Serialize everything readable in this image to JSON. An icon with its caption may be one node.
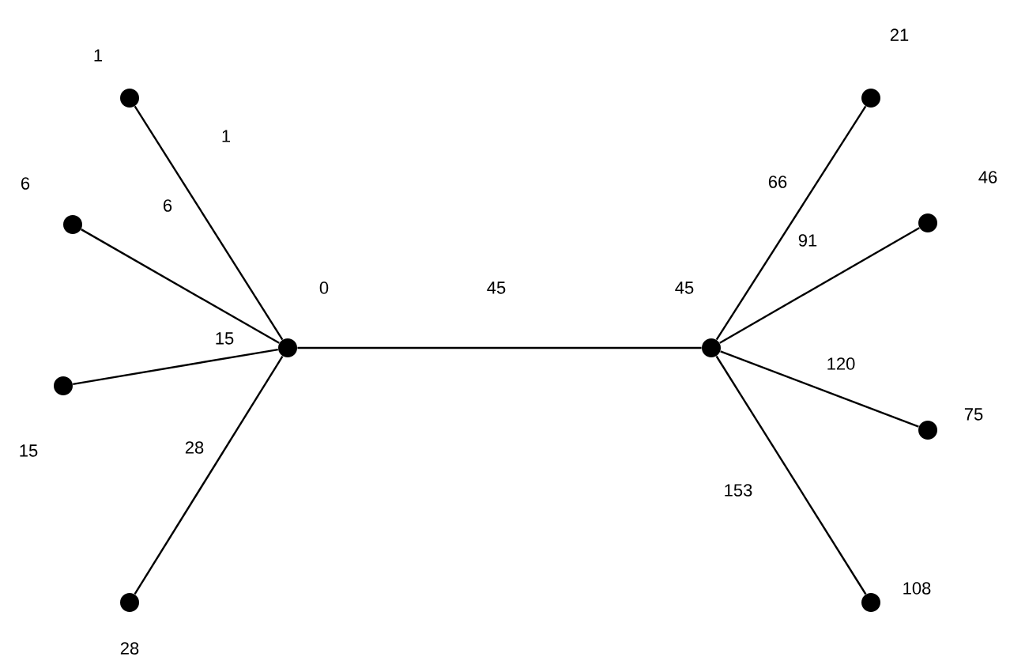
{
  "diagram": {
    "nodes": [
      {
        "text": [],
        "shape": "circle",
        "beside": [
          "1"
        ]
      },
      {
        "text": [],
        "shape": "circle",
        "beside": [
          "6"
        ]
      },
      {
        "text": [],
        "shape": "circle",
        "beside": [
          "0"
        ]
      },
      {
        "text": [],
        "shape": "circle",
        "beside": [
          "15"
        ]
      },
      {
        "text": [],
        "shape": "circle",
        "beside": [
          "28"
        ]
      },
      {
        "text": [],
        "shape": "circle",
        "beside": [
          "21"
        ]
      },
      {
        "text": [],
        "shape": "circle",
        "beside": [
          "46"
        ]
      },
      {
        "text": [],
        "shape": "circle",
        "beside": [
          "45"
        ]
      },
      {
        "text": [],
        "shape": "circle",
        "beside": [
          "75"
        ]
      },
      {
        "text": [],
        "shape": "circle",
        "beside": [
          "108"
        ]
      }
    ],
    "edges": [
      {
        "from": 2,
        "to": 0,
        "arrow": "none",
        "label": "1"
      },
      {
        "from": 2,
        "to": 1,
        "arrow": "none",
        "label": "6"
      },
      {
        "from": 2,
        "to": 3,
        "arrow": "none",
        "label": "15"
      },
      {
        "from": 2,
        "to": 4,
        "arrow": "none",
        "label": "28"
      },
      {
        "from": 2,
        "to": 7,
        "arrow": "none",
        "label": "45"
      },
      {
        "from": 7,
        "to": 5,
        "arrow": "none",
        "label": "66"
      },
      {
        "from": 7,
        "to": 6,
        "arrow": "none",
        "label": "91"
      },
      {
        "from": 7,
        "to": 8,
        "arrow": "none",
        "label": "120"
      },
      {
        "from": 7,
        "to": 9,
        "arrow": "none",
        "label": "153"
      }
    ]
  }
}
